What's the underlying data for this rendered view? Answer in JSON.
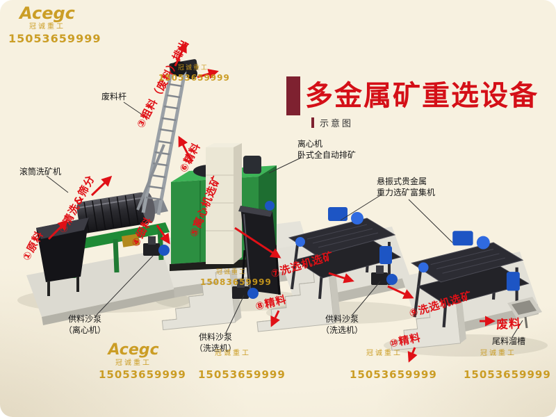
{
  "title": {
    "text": "多金属矿重选设备",
    "subtitle": "示意图"
  },
  "watermark": {
    "brand": "Acegc",
    "company": "冠诚重工",
    "phone": "15053659999",
    "phone_alt": "15083659999"
  },
  "flow_labels": {
    "f1": "①原料",
    "f2": "②清洗&筛分",
    "f3": "③粗料（废料）排出",
    "f4": "④细料",
    "f5": "⑤离心机选矿",
    "f6": "⑥精料",
    "f7": "⑦洗选机选矿",
    "f8": "⑧精料",
    "f9": "⑨洗选机选矿",
    "f10": "⑩精料",
    "waste": "废料"
  },
  "equipment_labels": {
    "waste_rod": "废料杆",
    "trommel": "滚筒洗矿机",
    "centrifuge": "离心机\n卧式全自动排矿",
    "shaker": "悬振式贵金属\n重力选矿富集机",
    "pump_centrifuge": "供料沙泵\n（离心机）",
    "pump_washer_1": "供料沙泵\n（洗选机）",
    "pump_washer_2": "供料沙泵\n（洗选机）",
    "tail_chute": "尾料溜槽"
  },
  "colors": {
    "accent_red": "#e01016",
    "title_red": "#d40f17",
    "maroon_block": "#7e2130",
    "watermark_gold": "#c9991c",
    "machine_green": "#2c8f41"
  }
}
